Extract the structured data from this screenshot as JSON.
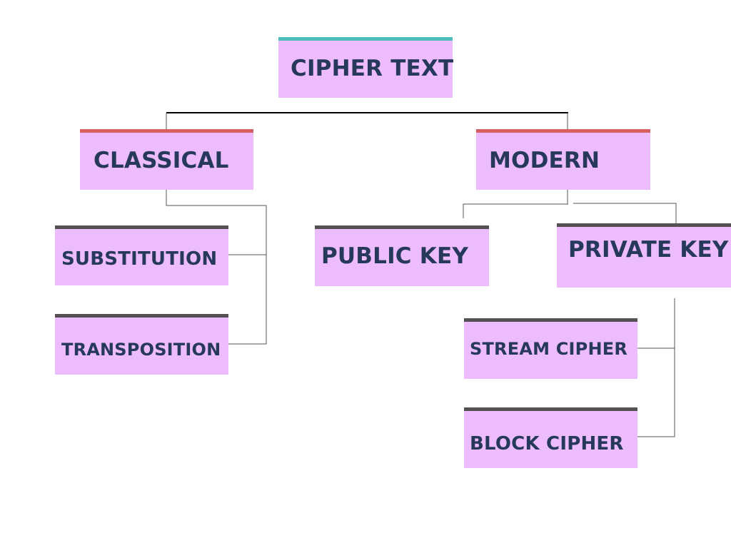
{
  "diagram": {
    "root": {
      "label": "CIPHER TEXT"
    },
    "classical": {
      "label": "CLASSICAL",
      "children": [
        {
          "label": "SUBSTITUTION"
        },
        {
          "label": "TRANSPOSITION"
        }
      ]
    },
    "modern": {
      "label": "MODERN",
      "children": [
        {
          "label": "PUBLIC KEY"
        },
        {
          "label": "PRIVATE KEY",
          "children": [
            {
              "label": "STREAM CIPHER"
            },
            {
              "label": "BLOCK CIPHER"
            }
          ]
        }
      ]
    }
  },
  "colors": {
    "box_fill": "#ecbcfc",
    "text": "#26395a",
    "root_accent": "#4dbdba",
    "category_accent": "#d65f5f",
    "leaf_accent": "#545054",
    "connector": "#555555"
  }
}
